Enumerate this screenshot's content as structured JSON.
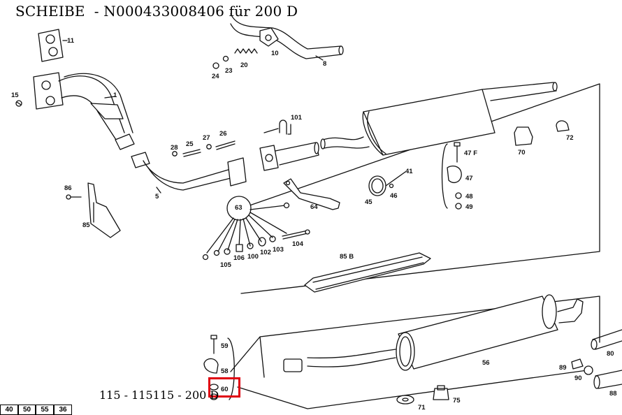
{
  "header": {
    "title": "SCHEIBE  - N000433008406 für 200 D"
  },
  "footer": {
    "model_text": "115 - 115115 - 200 D"
  },
  "pages": [
    "40",
    "50",
    "55",
    "36"
  ],
  "highlight": {
    "part": "60",
    "color": "#e0000f"
  },
  "labels": {
    "p1": "1",
    "p5": "5",
    "p8": "8",
    "p10": "10",
    "p11": "11",
    "p15": "15",
    "p20": "20",
    "p23": "23",
    "p24": "24",
    "p25": "25",
    "p26": "26",
    "p27": "27",
    "p28": "28",
    "p41": "41",
    "p45": "45",
    "p46": "46",
    "p47": "47",
    "p47f": "47 F",
    "p48": "48",
    "p49": "49",
    "p56": "56",
    "p58": "58",
    "p59": "59",
    "p60": "60",
    "p63": "63",
    "p64": "64",
    "p70": "70",
    "p71": "71",
    "p72": "72",
    "p75": "75",
    "p80": "80",
    "p85": "85",
    "p85b": "85 B",
    "p86": "86",
    "p88": "88",
    "p89": "89",
    "p90": "90",
    "p100": "100",
    "p101": "101",
    "p102": "102",
    "p103": "103",
    "p104": "104",
    "p105": "105",
    "p106": "106"
  }
}
